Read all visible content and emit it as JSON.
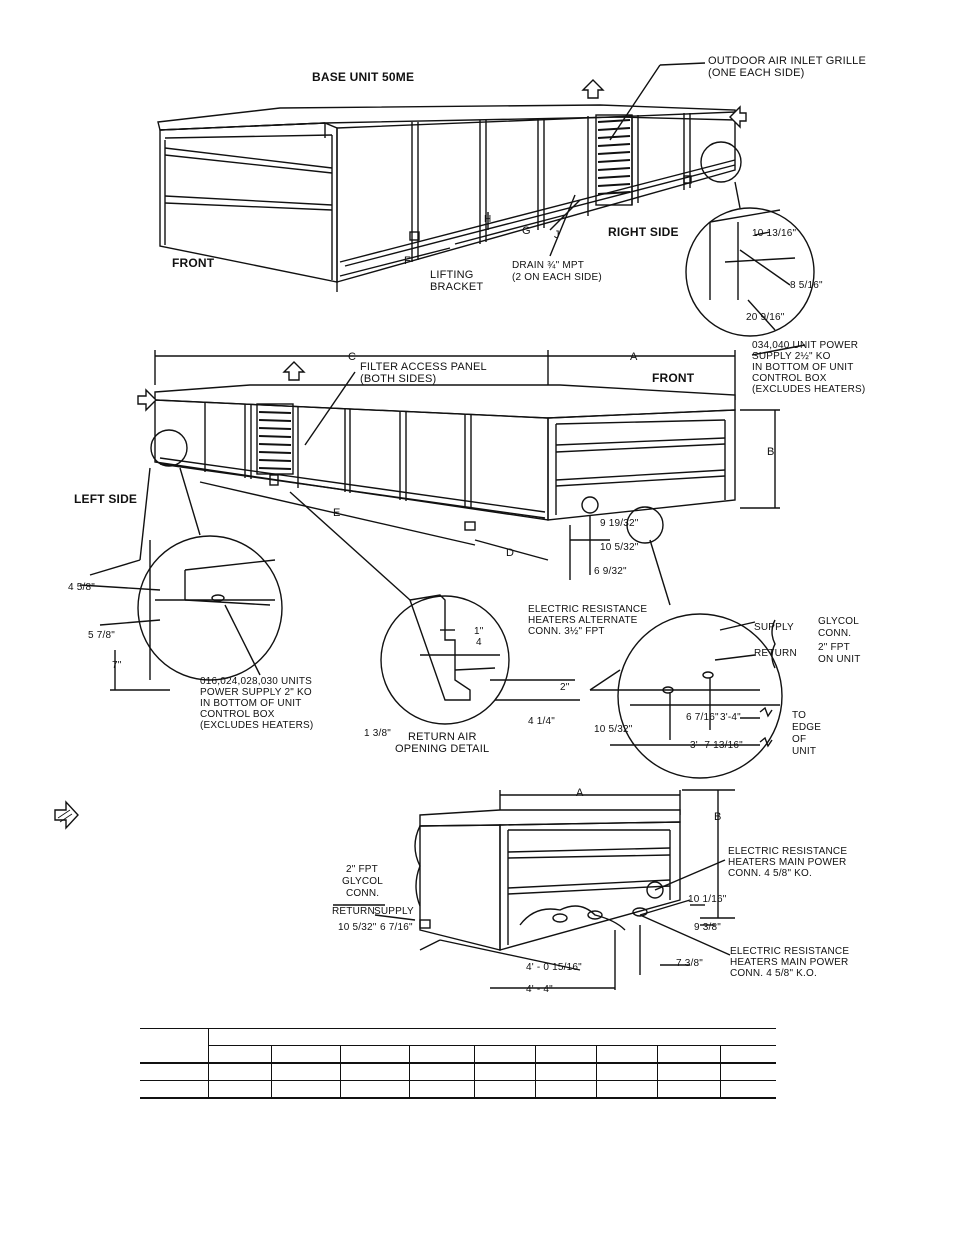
{
  "views": {
    "base_unit": {
      "title": "BASE UNIT 50ME",
      "outdoor_grille": "OUTDOOR AIR INLET GRILLE",
      "outdoor_grille_note": "(ONE EACH SIDE)",
      "front": "FRONT",
      "right_side": "RIGHT SIDE",
      "lifting_1": "LIFTING",
      "lifting_2": "BRACKET",
      "drain_1": "DRAIN ¾\" MPT",
      "drain_2": "(2 ON EACH SIDE)",
      "dim_f": "F",
      "dim_g": "G",
      "dim_j": "J",
      "dim_h": "H",
      "detail_1": "10 13/16\"",
      "detail_2": "8 5/16\"",
      "detail_3": "20 9/16\""
    },
    "second_view": {
      "dim_c": "C",
      "dim_a": "A",
      "dim_b": "B",
      "dim_d": "D",
      "dim_e": "E",
      "filter_1": "FILTER ACCESS PANEL",
      "filter_2": "(BOTH SIDES)",
      "front": "FRONT",
      "left_side": "LEFT SIDE",
      "power_1": "034,040 UNIT POWER",
      "power_2": "SUPPLY 2½\" KO",
      "power_3": "IN BOTTOM OF UNIT",
      "power_4": "CONTROL BOX",
      "power_5": "(EXCLUDES HEATERS)",
      "d_1": "9 19/32\"",
      "d_2": "10 5/32\"",
      "d_3": "6 9/32\"",
      "heaters_alt_1": "ELECTRIC RESISTANCE",
      "heaters_alt_2": "HEATERS ALTERNATE",
      "heaters_alt_3": "CONN. 3½\" FPT"
    },
    "left_detail": {
      "d_1": "4 5/8\"",
      "d_2": "5 7/8\"",
      "d_3": "7\"",
      "units_1": "016,024,028,030 UNITS",
      "units_2": "POWER SUPPLY 2\" KO",
      "units_3": "IN BOTTOM OF UNIT",
      "units_4": "CONTROL BOX",
      "units_5": "(EXCLUDES HEATERS)"
    },
    "return_detail": {
      "d_1": "1\"",
      "d_1b": "4",
      "d_2": "2\"",
      "d_3": "4 1/4\"",
      "d_4": "1 3/8\"",
      "label_1": "RETURN AIR",
      "label_2": "OPENING DETAIL"
    },
    "glycol_detail": {
      "supply": "SUPPLY",
      "return": "RETURN",
      "conn_1": "GLYCOL",
      "conn_2": "CONN.",
      "conn_3": "2\" FPT",
      "conn_4": "ON UNIT",
      "d_1": "10 5/32\"",
      "d_2": "6 7/16\"",
      "d_3": "3'-4\"",
      "d_4": "3'- 7 13/16\"",
      "edge_1": "TO",
      "edge_2": "EDGE",
      "edge_3": "OF",
      "edge_4": "UNIT"
    },
    "bottom_view": {
      "dim_a": "A",
      "dim_b": "B",
      "glycol_1": "2\" FPT",
      "glycol_2": "GLYCOL",
      "glycol_3": "CONN.",
      "return": "RETURN",
      "supply": "SUPPLY",
      "d_1": "10 5/32\"",
      "d_2": "6 7/16\"",
      "d_3": "4' - 0 15/16\"",
      "d_4": "4' - 4\"",
      "d_5": "7 3/8\"",
      "d_6": "9 3/8\"",
      "d_7": "10 1/16\"",
      "main_a_1": "ELECTRIC RESISTANCE",
      "main_a_2": "HEATERS MAIN POWER",
      "main_a_3": "CONN. 4 5/8\" KO.",
      "main_b_1": "ELECTRIC RESISTANCE",
      "main_b_2": "HEATERS MAIN POWER",
      "main_b_3": "CONN. 4 5/8\" K.O."
    }
  },
  "table": {
    "rows": [
      [
        "",
        "",
        "",
        "",
        "",
        "",
        "",
        "",
        "",
        ""
      ],
      [
        "",
        "",
        "",
        "",
        "",
        "",
        "",
        "",
        "",
        ""
      ]
    ]
  }
}
